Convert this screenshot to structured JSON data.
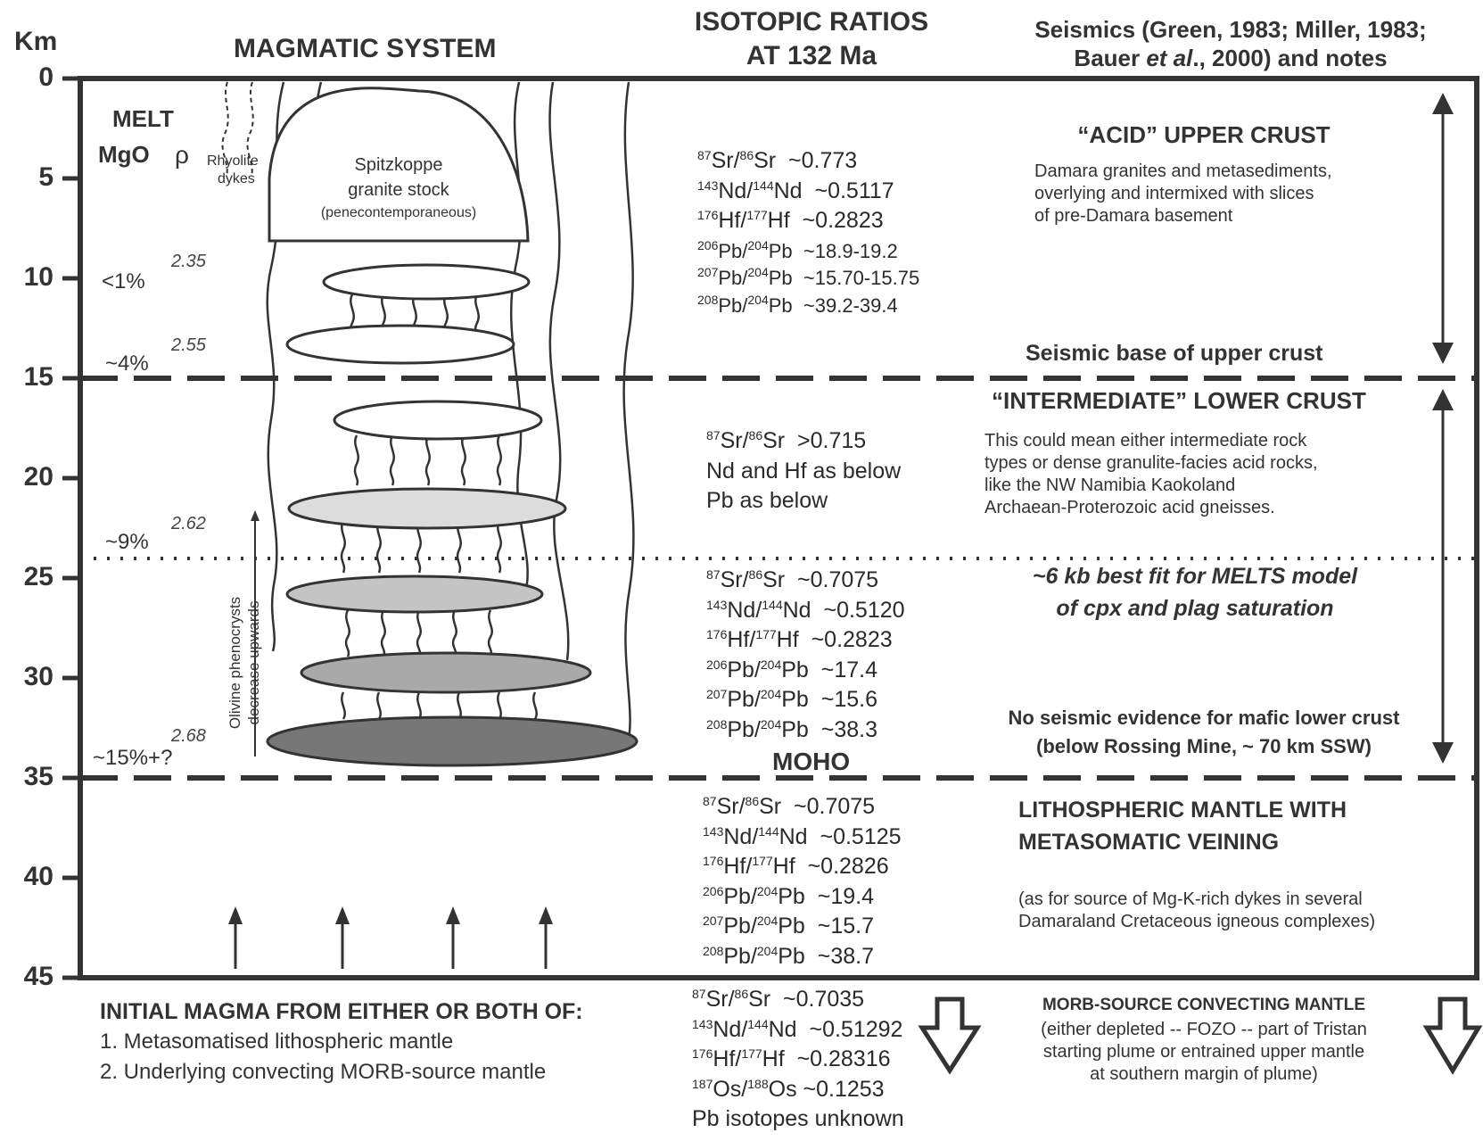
{
  "axis": {
    "unit": "Km",
    "ticks": [
      "0",
      "5",
      "10",
      "15",
      "20",
      "25",
      "30",
      "35",
      "40",
      "45"
    ]
  },
  "headers": {
    "magmatic": "MAGMATIC SYSTEM",
    "isotopic_line1": "ISOTOPIC RATIOS",
    "isotopic_line2": "AT 132 Ma",
    "seismics_line1": "Seismics (Green, 1983; Miller, 1983;",
    "seismics_line2_pre": "Bauer ",
    "seismics_line2_em": "et al",
    "seismics_line2_post": "., 2000) and notes"
  },
  "melt": {
    "title": "MELT",
    "mgo": "MgO",
    "rho": "ρ",
    "rhyolite": "Rhyolite",
    "dykes": "dykes",
    "levels": [
      {
        "pct": "<1%",
        "rho": "2.35"
      },
      {
        "pct": "~4%",
        "rho": "2.55"
      },
      {
        "pct": "~9%",
        "rho": "2.62"
      },
      {
        "pct": "~15%+?",
        "rho": "2.68"
      }
    ]
  },
  "stock": {
    "line1": "Spitzkoppe",
    "line2": "granite stock",
    "line3": "(penecontemporaneous)"
  },
  "olivine": {
    "line1": "Olivine phenocrysts",
    "line2": "decrease upwards"
  },
  "moho": "MOHO",
  "iso_upper": [
    {
      "m1": "87",
      "e1": "Sr/",
      "m2": "86",
      "e2": "Sr",
      "val": "  ~0.773"
    },
    {
      "m1": "143",
      "e1": "Nd/",
      "m2": "144",
      "e2": "Nd",
      "val": "  ~0.5117"
    },
    {
      "m1": "176",
      "e1": "Hf/",
      "m2": "177",
      "e2": "Hf",
      "val": "  ~0.2823"
    },
    {
      "m1": "206",
      "e1": "Pb/",
      "m2": "204",
      "e2": "Pb",
      "val": "  ~18.9-19.2"
    },
    {
      "m1": "207",
      "e1": "Pb/",
      "m2": "204",
      "e2": "Pb",
      "val": "  ~15.70-15.75"
    },
    {
      "m1": "208",
      "e1": "Pb/",
      "m2": "204",
      "e2": "Pb",
      "val": "  ~39.2-39.4"
    }
  ],
  "iso_intermediate": {
    "sr": {
      "m1": "87",
      "e1": "Sr/",
      "m2": "86",
      "e2": "Sr",
      "val": "  >0.715"
    },
    "nd_hf": "Nd and Hf as below",
    "pb": "Pb as below"
  },
  "iso_lower": [
    {
      "m1": "87",
      "e1": "Sr/",
      "m2": "86",
      "e2": "Sr",
      "val": "  ~0.7075"
    },
    {
      "m1": "143",
      "e1": "Nd/",
      "m2": "144",
      "e2": "Nd",
      "val": "  ~0.5120"
    },
    {
      "m1": "176",
      "e1": "Hf/",
      "m2": "177",
      "e2": "Hf",
      "val": "  ~0.2823"
    },
    {
      "m1": "206",
      "e1": "Pb/",
      "m2": "204",
      "e2": "Pb",
      "val": "  ~17.4"
    },
    {
      "m1": "207",
      "e1": "Pb/",
      "m2": "204",
      "e2": "Pb",
      "val": "  ~15.6"
    },
    {
      "m1": "208",
      "e1": "Pb/",
      "m2": "204",
      "e2": "Pb",
      "val": "  ~38.3"
    }
  ],
  "iso_mantle": [
    {
      "m1": "87",
      "e1": "Sr/",
      "m2": "86",
      "e2": "Sr",
      "val": "  ~0.7075"
    },
    {
      "m1": "143",
      "e1": "Nd/",
      "m2": "144",
      "e2": "Nd",
      "val": "  ~0.5125"
    },
    {
      "m1": "176",
      "e1": "Hf/",
      "m2": "177",
      "e2": "Hf",
      "val": "  ~0.2826"
    },
    {
      "m1": "206",
      "e1": "Pb/",
      "m2": "204",
      "e2": "Pb",
      "val": "  ~19.4"
    },
    {
      "m1": "207",
      "e1": "Pb/",
      "m2": "204",
      "e2": "Pb",
      "val": "  ~15.7"
    },
    {
      "m1": "208",
      "e1": "Pb/",
      "m2": "204",
      "e2": "Pb",
      "val": "  ~38.7"
    }
  ],
  "iso_morb": [
    {
      "m1": "87",
      "e1": "Sr/",
      "m2": "86",
      "e2": "Sr",
      "val": "  ~0.7035"
    },
    {
      "m1": "143",
      "e1": "Nd/",
      "m2": "144",
      "e2": "Nd",
      "val": "  ~0.51292"
    },
    {
      "m1": "176",
      "e1": "Hf/",
      "m2": "177",
      "e2": "Hf",
      "val": "  ~0.28316"
    },
    {
      "m1": "187",
      "e1": "Os/",
      "m2": "188",
      "e2": "Os",
      "val": " ~0.1253"
    }
  ],
  "pb_unknown": "Pb isotopes unknown",
  "notes": {
    "upper_title": "“ACID” UPPER CRUST",
    "upper_1": "Damara granites and metasediments,",
    "upper_2": "overlying and intermixed with slices",
    "upper_3": "of pre-Damara basement",
    "seismic_base": "Seismic base of upper crust",
    "lower_title": "“INTERMEDIATE” LOWER CRUST",
    "lower_1": "This could mean either intermediate rock",
    "lower_2": "types or dense granulite-facies acid rocks,",
    "lower_3": "like the NW Namibia Kaokoland",
    "lower_4": "Archaean-Proterozoic acid gneisses.",
    "melts_1": "~6 kb best fit for MELTS model",
    "melts_2": "of cpx and plag saturation",
    "noseis_1": "No seismic evidence for mafic lower crust",
    "noseis_2": "(below Rossing Mine, ~ 70 km SSW)",
    "mantle_1": "LITHOSPHERIC MANTLE WITH",
    "mantle_2": "METASOMATIC VEINING",
    "mantle_3": "(as for source of Mg-K-rich dykes in several",
    "mantle_4": "Damaraland Cretaceous igneous complexes)",
    "morb_title": "MORB-SOURCE CONVECTING MANTLE",
    "morb_1": "(either depleted -- FOZO -- part of Tristan",
    "morb_2": "starting plume or entrained upper mantle",
    "morb_3": "at southern margin of plume)"
  },
  "initial": {
    "title": "INITIAL MAGMA FROM EITHER OR BOTH OF:",
    "item1": "1. Metasomatised lithospheric mantle",
    "item2": "2. Underlying convecting MORB-source mantle"
  },
  "colors": {
    "line": "#333333",
    "sill_white": "#ffffff",
    "sill_light": "#dcdcdc",
    "sill_mid": "#c4c4c4",
    "sill_midark": "#a9a9a9",
    "sill_dark": "#777777"
  }
}
